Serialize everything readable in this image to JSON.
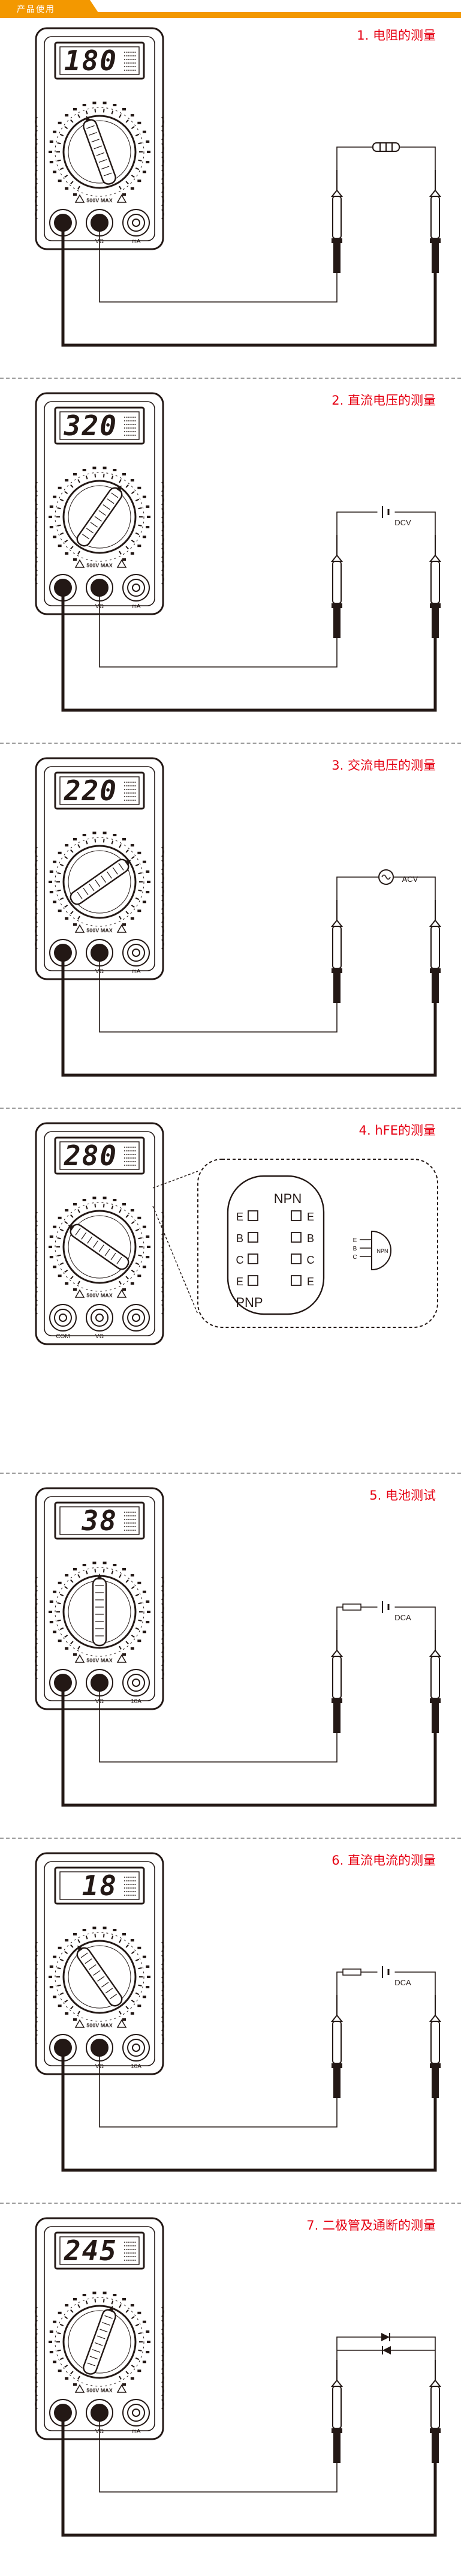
{
  "header": {
    "label": "产品使用"
  },
  "sections": [
    {
      "title": "1. 电阻的测量",
      "display": "180",
      "circuit": "resistor",
      "circuit_label": "",
      "knob": "ohm",
      "jacks": "standard"
    },
    {
      "title": "2. 直流电压的测量",
      "display": "320",
      "circuit": "dc-source",
      "circuit_label": "DCV",
      "knob": "dcv",
      "jacks": "standard"
    },
    {
      "title": "3. 交流电压的测量",
      "display": "220",
      "circuit": "ac-source",
      "circuit_label": "ACV",
      "knob": "acv",
      "jacks": "standard"
    },
    {
      "title": "4. hFE的测量",
      "display": "280",
      "circuit": "hfe",
      "circuit_label": "",
      "knob": "hfe",
      "jacks": "hfe",
      "hfe_socket": {
        "top_label": "NPN",
        "bottom_label": "PNP",
        "pins_left": [
          "E",
          "B",
          "C",
          "E"
        ],
        "pins_right": [
          "E",
          "B",
          "C",
          "E"
        ]
      },
      "transistor": {
        "pins": [
          "E",
          "B",
          "C"
        ],
        "label": "NPN"
      }
    },
    {
      "title": "5. 电池测试",
      "display": "38",
      "circuit": "battery",
      "circuit_label": "DCA",
      "knob": "bat",
      "jacks": "current"
    },
    {
      "title": "6. 直流电流的测量",
      "display": "18",
      "circuit": "battery",
      "circuit_label": "DCA",
      "knob": "dca",
      "jacks": "current"
    },
    {
      "title": "7. 二极管及通断的测量",
      "display": "245",
      "circuit": "diode",
      "circuit_label": "",
      "knob": "diode",
      "jacks": "standard"
    }
  ],
  "meter": {
    "jack_labels": {
      "standard": [
        "",
        "VΩ",
        "mA"
      ],
      "current": [
        "",
        "VΩ",
        "10A"
      ],
      "hfe": [
        "COM",
        "VΩ",
        ""
      ]
    },
    "warning_label": "500V MAX",
    "colors": {
      "outline": "#231815",
      "accent": "#e60012",
      "header": "#f39800"
    }
  }
}
